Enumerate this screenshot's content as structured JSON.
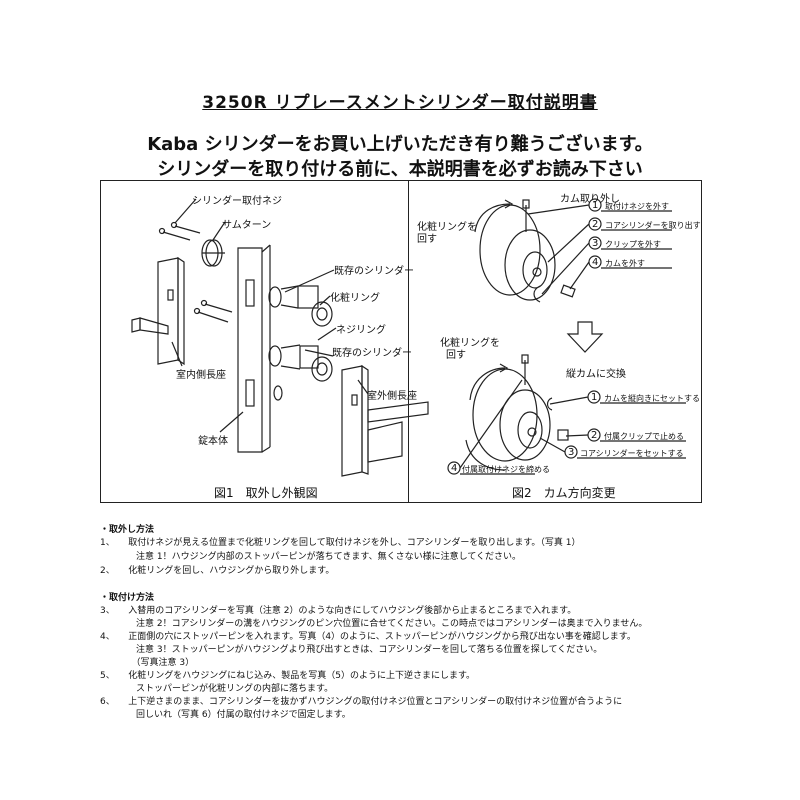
{
  "title": "3250R リプレースメントシリンダー取付説明書",
  "greeting": {
    "line1": "Kaba シリンダーをお買い上げいただき有り難うございます。",
    "line2": "シリンダーを取り付ける前に、本説明書を必ずお読み下さい"
  },
  "figure1": {
    "caption": "図1　取外し外観図",
    "labels": {
      "mount_screw": "シリンダー取付ネジ",
      "thumb_turn": "サムターン",
      "existing_cylinder_1": "既存のシリンダー",
      "trim_ring": "化粧リング",
      "screw_ring": "ネジリング",
      "existing_cylinder_2": "既存のシリンダー",
      "inner_plate": "室内側長座",
      "outer_plate": "室外側長座",
      "lock_body": "錠本体"
    }
  },
  "figure2": {
    "caption": "図2　カム方向変更",
    "labels": {
      "remove_cam": "カム取り外し",
      "rotate_ring_1a": "化粧リングを",
      "rotate_ring_1b": "回す",
      "rotate_ring_2a": "化粧リングを",
      "rotate_ring_2b": "回す",
      "swap_cam": "縦カムに交換"
    },
    "steps_top": [
      {
        "num": "1",
        "text": "取付けネジを外す"
      },
      {
        "num": "2",
        "text": "コアシリンダーを取り出す"
      },
      {
        "num": "3",
        "text": "クリップを外す"
      },
      {
        "num": "4",
        "text": "カムを外す"
      }
    ],
    "steps_bottom": [
      {
        "num": "1",
        "text": "カムを縦向きにセットする"
      },
      {
        "num": "2",
        "text": "付属クリップで止める"
      },
      {
        "num": "3",
        "text": "コアシリンダーをセットする"
      },
      {
        "num": "4",
        "text": "付属取付けネジを締める"
      }
    ]
  },
  "instructions": {
    "removal_heading": "・取外し方法",
    "install_heading": "・取付け方法",
    "lines": [
      "1、　　取付けネジが見える位置まで化粧リングを回して取付けネジを外し、コアシリンダーを取り出します。（写真 1）",
      "　　　　注意 1！ハウジング内部のストッパーピンが落ちてきます、無くさない様に注意してください。",
      "2、　　化粧リングを回し、ハウジングから取り外します。",
      "3、　　入替用のコアシリンダーを写真（注意 2）のような向きにしてハウジング後部から止まるところまで入れます。",
      "　　　　注意 2！コアシリンダーの溝をハウジングのピン穴位置に合せてください。この時点ではコアシリンダーは奥まで入りません。",
      "4、　　正面側の穴にストッパーピンを入れます。写真（4）のように、ストッパーピンがハウジングから飛び出ない事を確認します。",
      "　　　　注意 3！ストッパーピンがハウジングより飛び出すときは、コアシリンダーを回して落ちる位置を探してください。",
      "　　　　（写真注意 3）",
      "5、　　化粧リングをハウジングにねじ込み、製品を写真（5）のように上下逆さまにします。",
      "　　　　ストッパーピンが化粧リングの内部に落ちます。",
      "6、　　上下逆さまのまま、コアシリンダーを抜かずハウジングの取付けネジ位置とコアシリンダーの取付けネジ位置が合うように",
      "　　　　回しいれ（写真 6）付属の取付けネジで固定します。"
    ]
  }
}
